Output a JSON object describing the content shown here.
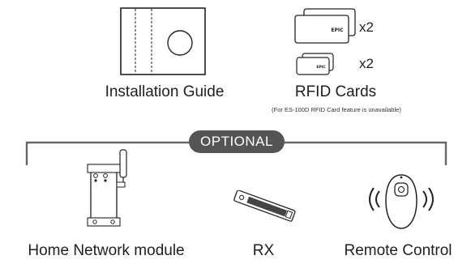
{
  "items": {
    "installation_guide": {
      "label": "Installation Guide",
      "icon": "installation-guide-icon"
    },
    "rfid_cards": {
      "label": "RFID Cards",
      "note": "(For ES-100D RFID Card feature is unavailable)",
      "card_brand": "EPIC",
      "large_qty": "x2",
      "small_qty": "x2",
      "icon": "rfid-card-icon"
    },
    "optional_banner": {
      "label": "OPTIONAL"
    },
    "home_network_module": {
      "label": "Home Network module",
      "icon": "home-network-module-icon"
    },
    "rx": {
      "label": "RX",
      "icon": "rx-receiver-icon"
    },
    "remote_control": {
      "label": "Remote Control",
      "icon": "remote-control-icon"
    }
  },
  "colors": {
    "ink": "#1f1f1f",
    "pill": "#555555",
    "line": "#666666"
  }
}
